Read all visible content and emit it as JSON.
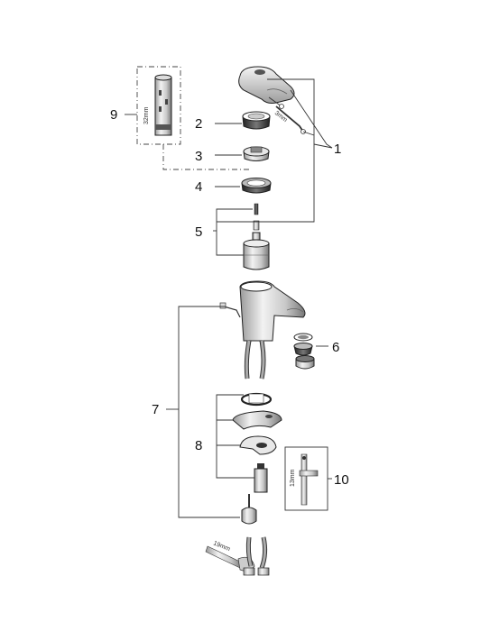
{
  "callouts": {
    "c1": "1",
    "c2": "2",
    "c3": "3",
    "c4": "4",
    "c5": "5",
    "c6": "6",
    "c7": "7",
    "c8": "8",
    "c9": "9",
    "c10": "10"
  },
  "dimensions": {
    "hex_key": "3mm",
    "cartridge_tool": "32mm",
    "spanner_tool": "13mm",
    "hose_wrench": "19mm"
  }
}
